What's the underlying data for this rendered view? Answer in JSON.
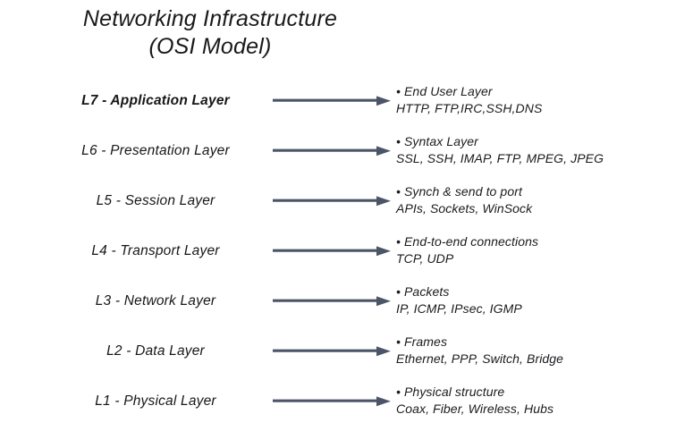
{
  "title": {
    "line1": "Networking Infrastructure",
    "line2": "(OSI Model)"
  },
  "colors": {
    "box_border": "#4c5568",
    "arrow": "#4c5568",
    "text": "#17171a",
    "background": "#ffffff"
  },
  "layers": [
    {
      "label": "L7 - Application Layer",
      "emphasis": true,
      "summary": "• End User Layer",
      "protocols": "HTTP, FTP,IRC,SSH,DNS"
    },
    {
      "label": "L6 - Presentation Layer",
      "emphasis": false,
      "summary": "• Syntax Layer",
      "protocols": "SSL, SSH, IMAP, FTP, MPEG, JPEG"
    },
    {
      "label": "L5 - Session Layer",
      "emphasis": false,
      "summary": "• Synch & send to port",
      "protocols": "APIs, Sockets, WinSock"
    },
    {
      "label": "L4 - Transport Layer",
      "emphasis": false,
      "summary": "• End-to-end connections",
      "protocols": "TCP, UDP"
    },
    {
      "label": "L3 - Network Layer",
      "emphasis": false,
      "summary": "• Packets",
      "protocols": "IP, ICMP, IPsec, IGMP"
    },
    {
      "label": "L2 - Data Layer",
      "emphasis": false,
      "summary": "• Frames",
      "protocols": "Ethernet, PPP, Switch, Bridge"
    },
    {
      "label": "L1 - Physical Layer",
      "emphasis": false,
      "summary": "• Physical structure",
      "protocols": "Coax, Fiber, Wireless, Hubs"
    }
  ]
}
